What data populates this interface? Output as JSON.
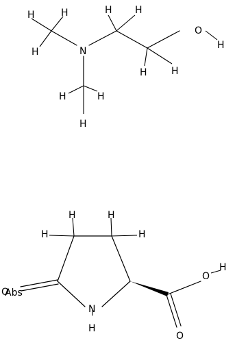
{
  "molecules": [
    {
      "atoms": [
        {
          "label": "H"
        },
        {
          "label": "H"
        },
        {
          "label": "H"
        },
        {
          "label": "H"
        },
        {
          "label": "H"
        },
        {
          "label": "N"
        },
        {
          "label": "H"
        },
        {
          "label": "H"
        },
        {
          "label": "H"
        },
        {
          "label": "O"
        },
        {
          "label": "H"
        },
        {
          "label": "H"
        },
        {
          "label": "H"
        }
      ]
    },
    {
      "atoms": [
        {
          "label": "H"
        },
        {
          "label": "H"
        },
        {
          "label": "H"
        },
        {
          "label": "H"
        },
        {
          "label": "H"
        },
        {
          "label": "O"
        },
        {
          "label": "H"
        },
        {
          "label": "O"
        },
        {
          "label": "Abs"
        },
        {
          "label": "N"
        },
        {
          "label": "H"
        },
        {
          "label": "O"
        }
      ]
    }
  ]
}
